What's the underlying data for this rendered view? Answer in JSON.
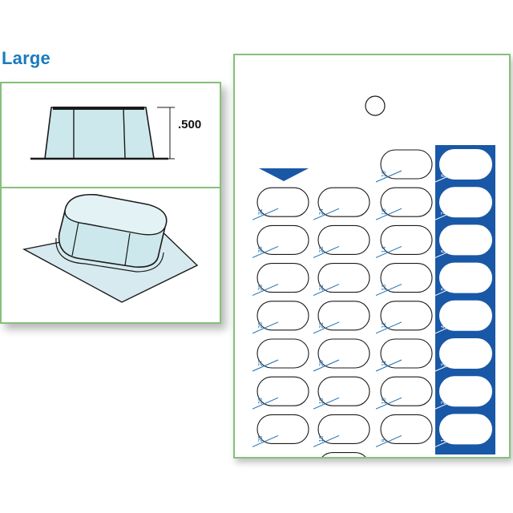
{
  "title": "Large",
  "dimension_label": ".500",
  "colors": {
    "title": "#1a7abf",
    "border": "#86c07b",
    "blister": "#cde8ec",
    "column": "#1958a6",
    "number": "#1a6fb5"
  },
  "card": {
    "columns": [
      {
        "numbers": [
          "24",
          "23",
          "22",
          "21",
          "20",
          "19",
          "18",
          "17"
        ],
        "top_offset": 1
      },
      {
        "numbers": [
          "16",
          "15",
          "14",
          "13",
          "12",
          "11",
          "10",
          "9"
        ],
        "top_offset": 0
      },
      {
        "numbers": [
          "31",
          "30",
          "29",
          "28",
          "27",
          "26",
          "25"
        ],
        "top_offset": 1
      },
      {
        "numbers": [
          "8",
          "7",
          "6",
          "5",
          "4",
          "3",
          "2",
          "1"
        ],
        "top_offset": 0
      }
    ]
  }
}
